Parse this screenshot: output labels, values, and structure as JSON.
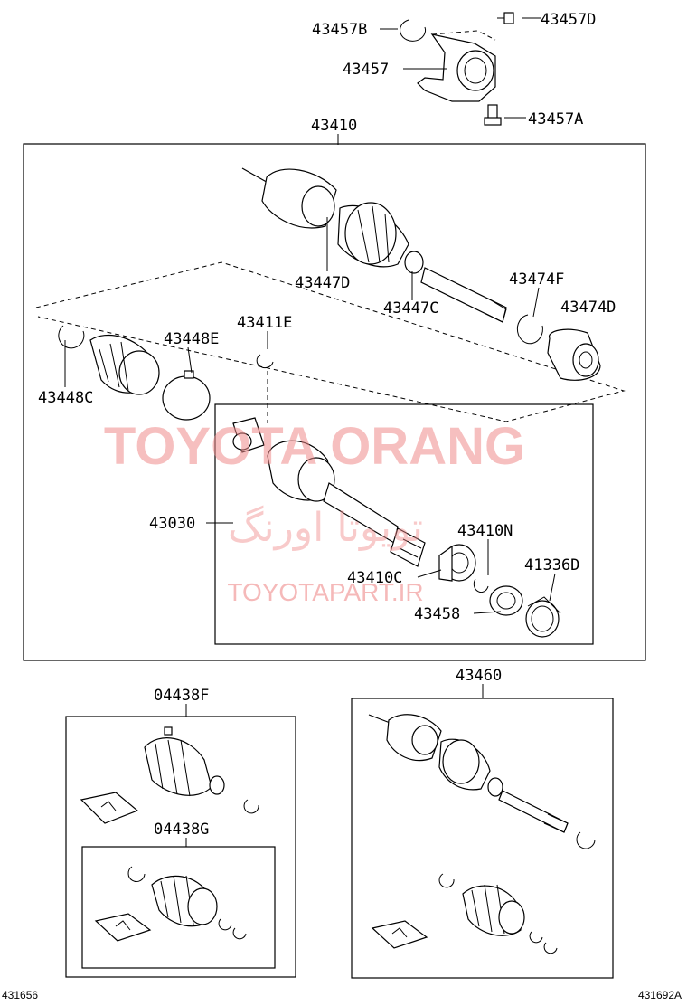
{
  "labels": {
    "l43457B": "43457B",
    "l43457D": "43457D",
    "l43457": "43457",
    "l43457A": "43457A",
    "l43410": "43410",
    "l43447D": "43447D",
    "l43447C": "43447C",
    "l43474F": "43474F",
    "l43474D": "43474D",
    "l43448E": "43448E",
    "l43411E": "43411E",
    "l43448C": "43448C",
    "l43030": "43030",
    "l43410N": "43410N",
    "l43410C": "43410C",
    "l41336D": "41336D",
    "l43458": "43458",
    "l04438F": "04438F",
    "l04438G": "04438G",
    "l43460": "43460"
  },
  "watermark": {
    "title": "TOYOTA ORANG",
    "farsi": "تویوتا اورنگ",
    "url": "TOYOTAPART.IR"
  },
  "footer": {
    "left_code": "431656",
    "right_code": "431692A"
  }
}
